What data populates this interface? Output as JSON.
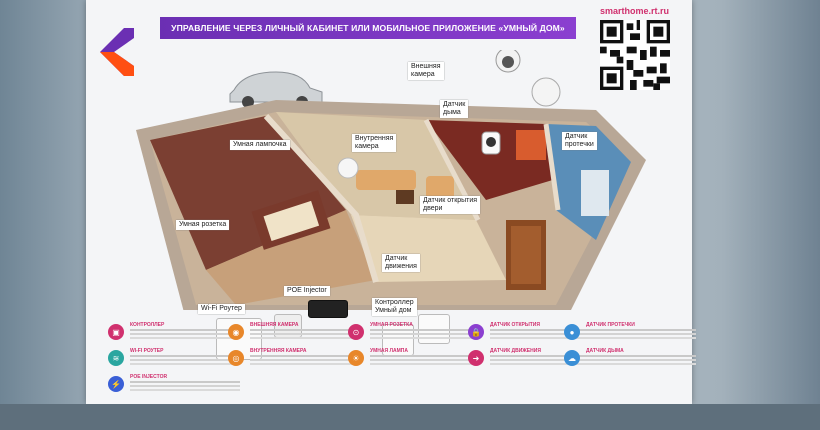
{
  "poster": {
    "banner": "УПРАВЛЕНИЕ ЧЕРЕЗ ЛИЧНЫЙ КАБИНЕТ ИЛИ МОБИЛЬНОЕ ПРИЛОЖЕНИЕ «УМНЫЙ ДОМ»",
    "site": "smarthome.rt.ru"
  },
  "labels": {
    "outdoor_camera": "Внешняя\nкамера",
    "smoke_sensor": "Датчик\nдыма",
    "smart_lamp": "Умная лампочка",
    "indoor_camera": "Внутренняя\nкамера",
    "leak_sensor": "Датчик\nпротечки",
    "door_sensor": "Датчик открытия\nдвери",
    "smart_socket": "Умная розетка",
    "motion_sensor": "Датчик\nдвижения",
    "poe_injector": "POE Injector",
    "wifi_router": "Wi-Fi Роутер",
    "controller": "Контроллер\nУмный дом"
  },
  "legend": [
    {
      "title": "КОНТРОЛЛЕР",
      "color": "#d0306e",
      "icon": "controller-icon",
      "glyph": "▣"
    },
    {
      "title": "ВНЕШНЯЯ КАМЕРА",
      "color": "#e8872a",
      "icon": "camera-icon",
      "glyph": "◉"
    },
    {
      "title": "УМНАЯ РОЗЕТКА",
      "color": "#d0306e",
      "icon": "socket-icon",
      "glyph": "⊙"
    },
    {
      "title": "ДАТЧИК ОТКРЫТИЯ",
      "color": "#8b3fd0",
      "icon": "lock-icon",
      "glyph": "🔒"
    },
    {
      "title": "ДАТЧИК ПРОТЕЧКИ",
      "color": "#3a8fd6",
      "icon": "drop-icon",
      "glyph": "●"
    },
    {
      "title": "WI-FI РОУТЕР",
      "color": "#2aa6a0",
      "icon": "router-icon",
      "glyph": "≋"
    },
    {
      "title": "ВНУТРЕННЯЯ КАМЕРА",
      "color": "#e8872a",
      "icon": "indoor-camera-icon",
      "glyph": "◎"
    },
    {
      "title": "УМНАЯ ЛАМПА",
      "color": "#e8872a",
      "icon": "lamp-icon",
      "glyph": "☀"
    },
    {
      "title": "ДАТЧИК ДВИЖЕНИЯ",
      "color": "#d0306e",
      "icon": "motion-icon",
      "glyph": "➜"
    },
    {
      "title": "ДАТЧИК ДЫМА",
      "color": "#3a8fd6",
      "icon": "smoke-icon",
      "glyph": "☁"
    },
    {
      "title": "POE INJECTOR",
      "color": "#3a5fd6",
      "icon": "bolt-icon",
      "glyph": "⚡"
    }
  ]
}
